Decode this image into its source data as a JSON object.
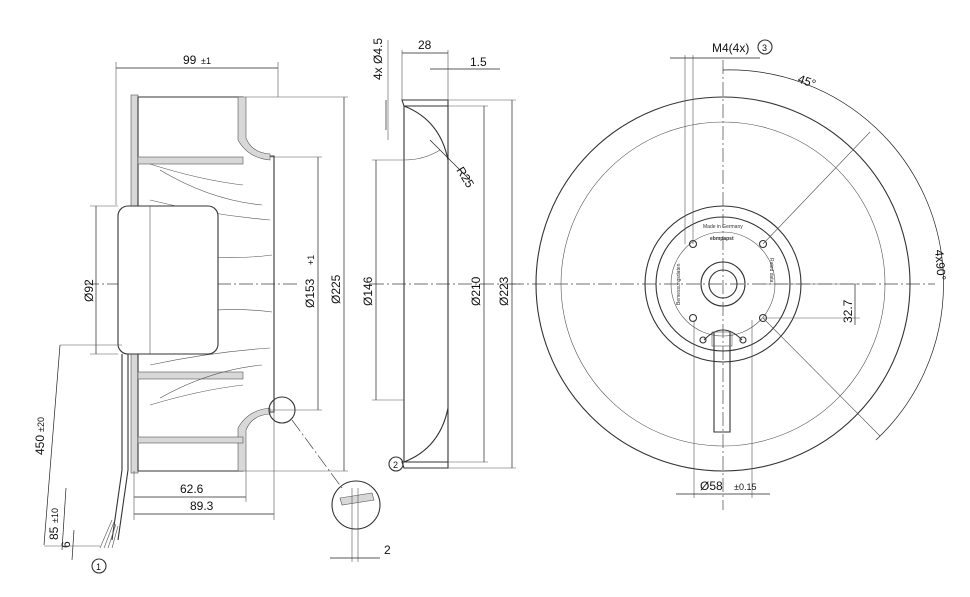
{
  "side_view": {
    "width": "99",
    "width_tol": "±1",
    "motor_dia": "Ø92",
    "inner_dia": "Ø153",
    "inner_dia_tol": "+1",
    "outer_dia": "Ø225",
    "depth_1": "62.6",
    "depth_2": "89.3",
    "cable_length": "450",
    "cable_length_tol": "±20",
    "strip_length": "85",
    "strip_length_tol": "±10",
    "wire_end": "6",
    "callout_1": "1"
  },
  "inlet_ring": {
    "hole_spec": "4x Ø4.5",
    "depth": "28",
    "flange": "1.5",
    "radius": "R25",
    "inner_dia": "Ø146",
    "mid_dia": "Ø210",
    "outer_dia": "Ø223",
    "detail_callout": "2",
    "detail_dim": "2"
  },
  "front_view": {
    "thread_spec": "M4(4x)",
    "callout_3": "3",
    "angle": "45°",
    "angle_pattern": "4x90°",
    "offset": "32.7",
    "hub_dia": "Ø58",
    "hub_dia_tol": "±0.15",
    "label_top": "Made in Germany",
    "label_brand": "ebmpapst",
    "label_left": "Bemessungsdaten",
    "label_right": "Rated data"
  }
}
